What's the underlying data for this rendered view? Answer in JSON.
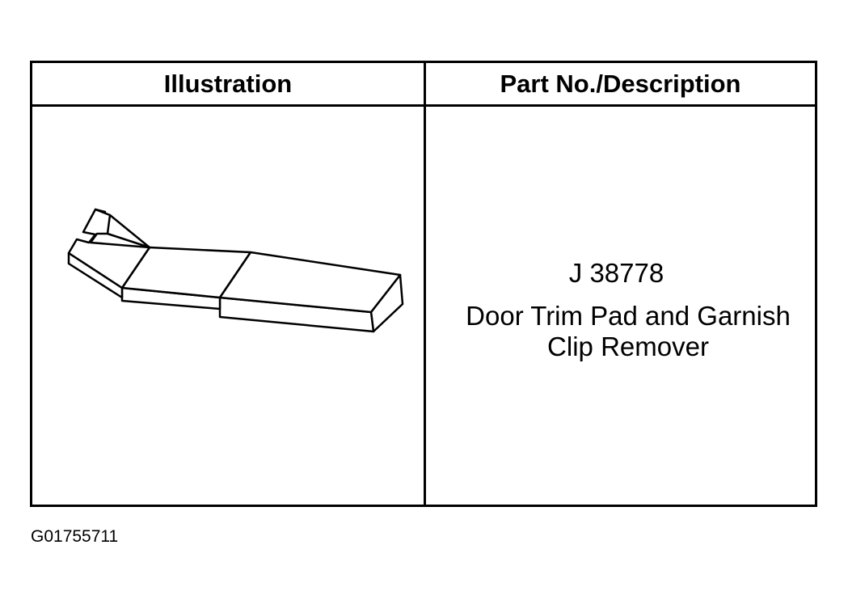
{
  "table": {
    "headers": {
      "illustration": "Illustration",
      "part_description": "Part No./Description"
    },
    "rows": [
      {
        "illustration_icon": "trim-pad-clip-remover-tool-icon",
        "part_number": "J 38778",
        "description": "Door Trim Pad and Garnish Clip Remover"
      }
    ]
  },
  "figure_id": "G01755711"
}
